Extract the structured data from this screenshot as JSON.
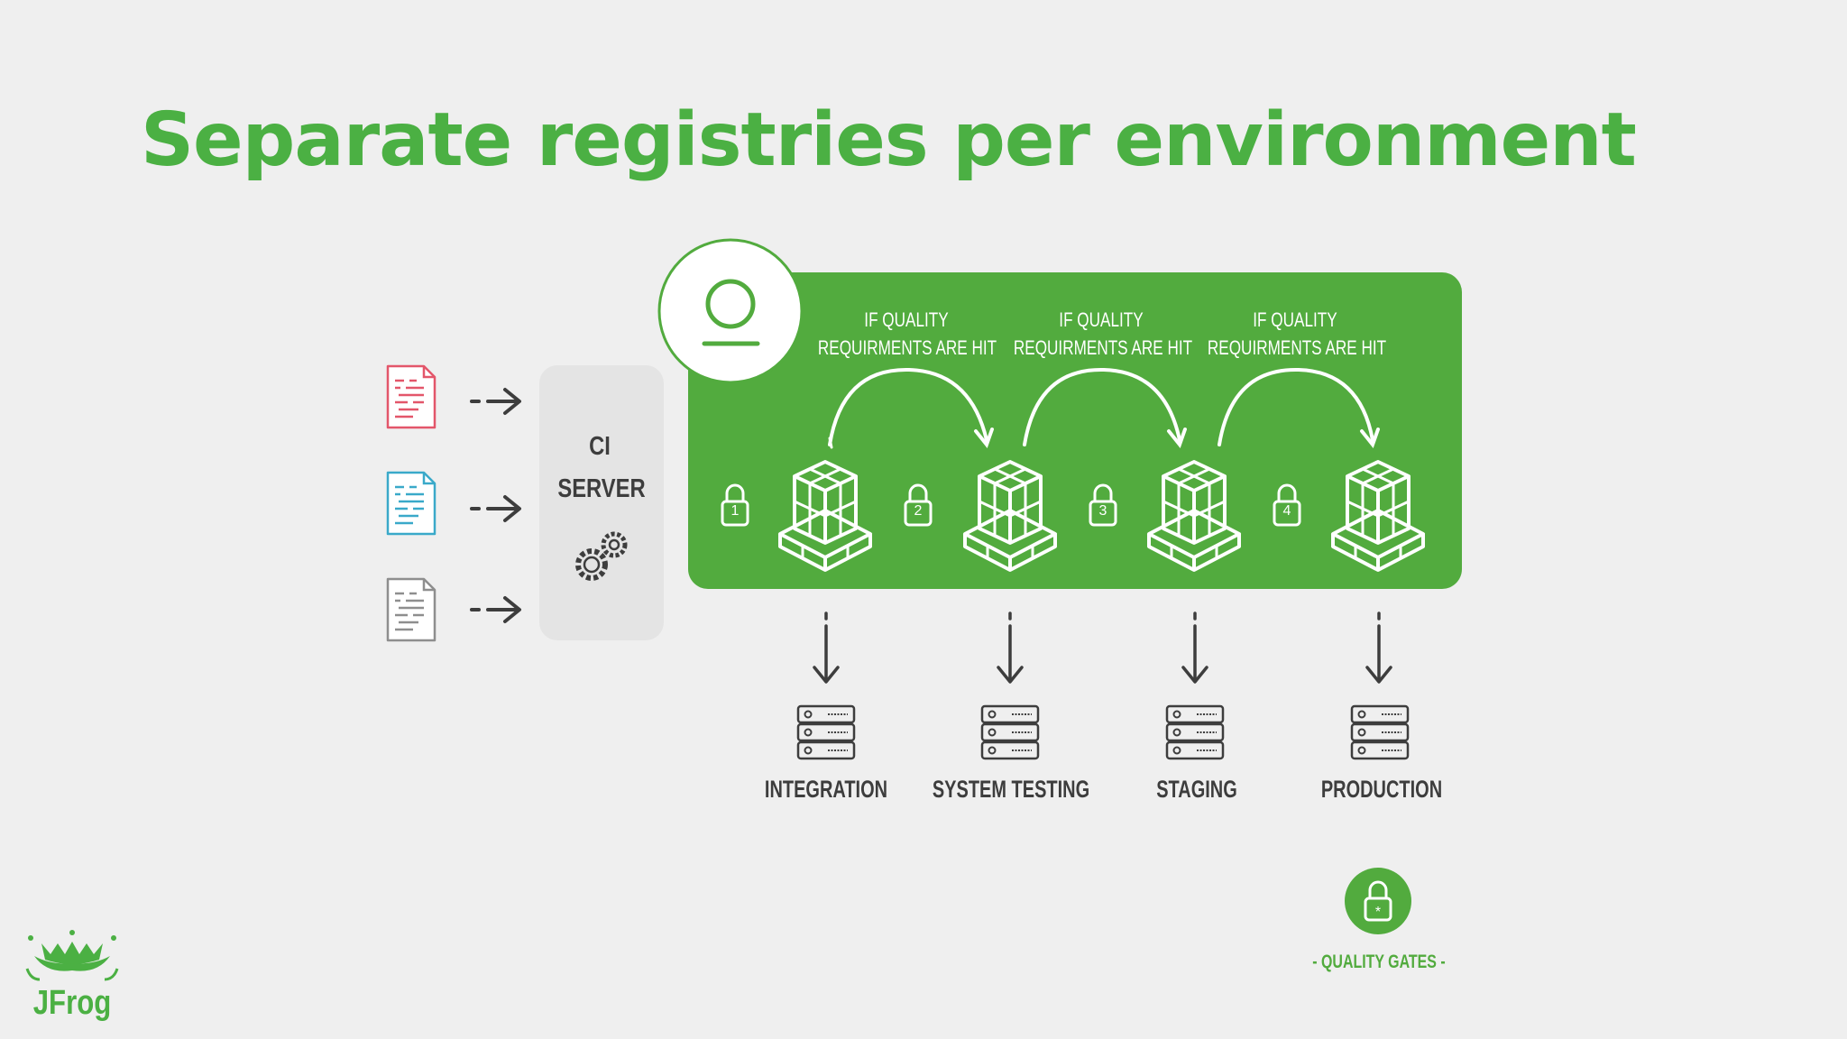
{
  "slide": {
    "title": "Separate registries per environment"
  },
  "ci_server": {
    "line1": "CI",
    "line2": "SERVER"
  },
  "quality_condition": [
    {
      "line1": "IF QUALITY",
      "line2": "REQUIRMENTS ARE HIT"
    },
    {
      "line1": "IF QUALITY",
      "line2": "REQUIRMENTS ARE HIT"
    },
    {
      "line1": "IF QUALITY",
      "line2": "REQUIRMENTS ARE HIT"
    }
  ],
  "gates": [
    "1",
    "2",
    "3",
    "4"
  ],
  "environments": [
    "INTEGRATION",
    "SYSTEM TESTING",
    "STAGING",
    "PRODUCTION"
  ],
  "legend": {
    "quality_gates": "- QUALITY GATES -",
    "gate_symbol": "*"
  },
  "logo": {
    "text": "JFrog"
  },
  "colors": {
    "green": "#52ab3e",
    "title_green": "#4bb043",
    "doc_red": "#e3566a",
    "doc_blue": "#3aa9c9",
    "doc_gray": "#8e8e8e",
    "dark": "#3d3d3d"
  },
  "icons": {
    "documents": [
      "document-icon-red",
      "document-icon-blue",
      "document-icon-gray"
    ],
    "ci": "gears-icon",
    "registry": "artifactory-logo-icon",
    "package": "pallet-boxes-icon",
    "gate": "padlock-icon",
    "server": "server-rack-icon"
  }
}
